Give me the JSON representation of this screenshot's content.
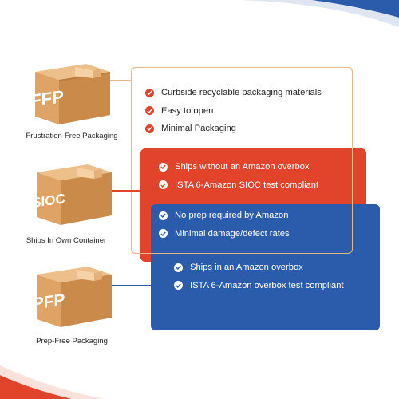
{
  "colors": {
    "box_face": "#dfa465",
    "box_side": "#c98a4a",
    "box_top": "#edc08b",
    "tape": "#f4d2a5",
    "outline_panel": "#e9b985",
    "red_panel": "#e2432b",
    "blue_panel": "#2a5cab",
    "text_dark": "#1f1f1f",
    "text_light": "#ffffff"
  },
  "packages": [
    {
      "code": "FFP",
      "name": "Frustration-Free Packaging",
      "panel_style": "outline",
      "features": [
        "Curbside recyclable packaging materials",
        "Easy to open",
        "Minimal Packaging"
      ]
    },
    {
      "code": "SIOC",
      "name": "Ships In Own Container",
      "panel_style": "red",
      "features": [
        "Ships without an Amazon overbox",
        "ISTA 6-Amazon SIOC test compliant"
      ]
    },
    {
      "code": "PFP",
      "name": "Prep-Free Packaging",
      "panel_style": "blue",
      "features": [
        "No prep required by Amazon",
        "Minimal damage/defect rates",
        "Ships in an Amazon overbox",
        "ISTA 6-Amazon overbox test compliant"
      ]
    }
  ],
  "icons": {
    "bullet": "check-circle-icon",
    "package": "cardboard-box-icon"
  }
}
